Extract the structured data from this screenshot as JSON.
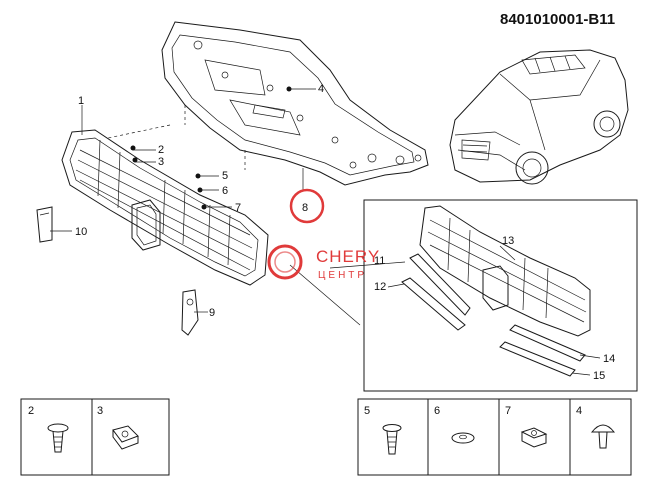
{
  "catalog_number": "8401010001-B11",
  "watermark": {
    "brand": "CHERY",
    "subtitle": "ЦЕНТР",
    "color": "#e03a3a"
  },
  "highlight_color": "#e03a3a",
  "callouts": {
    "c1": "1",
    "c2": "2",
    "c3": "3",
    "c4": "4",
    "c5": "5",
    "c6": "6",
    "c7": "7",
    "c8": "8",
    "c9": "9",
    "c10": "10",
    "c11": "11",
    "c12": "12",
    "c13": "13",
    "c14": "14",
    "c15": "15"
  },
  "fastener_legend": [
    {
      "number": "2",
      "icon": "screw-icon"
    },
    {
      "number": "3",
      "icon": "clip-nut-icon"
    },
    {
      "number": "5",
      "icon": "screw-icon"
    },
    {
      "number": "6",
      "icon": "washer-icon"
    },
    {
      "number": "7",
      "icon": "clip-nut-icon"
    },
    {
      "number": "4",
      "icon": "push-rivet-icon"
    }
  ]
}
